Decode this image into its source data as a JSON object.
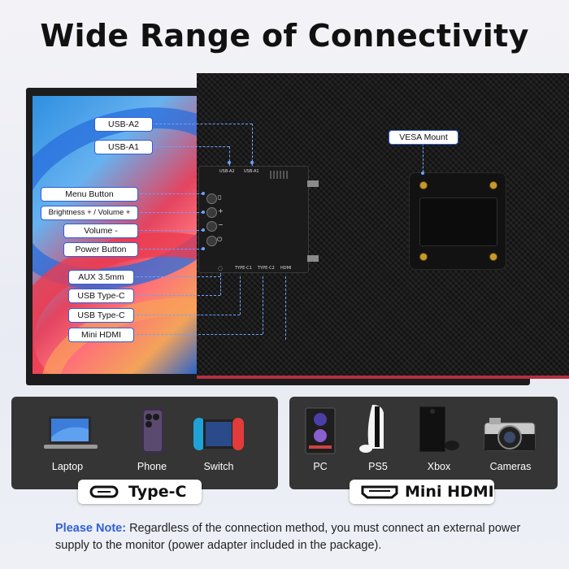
{
  "title": "Wide Range of Connectivity",
  "callouts": {
    "usb_a2": "USB-A2",
    "usb_a1": "USB-A1",
    "vesa": "VESA Mount",
    "menu": "Menu Button",
    "brightness": "Brightness + / Volume +",
    "volume_minus": "Volume -",
    "power": "Power Button",
    "aux": "AUX 3.5mm",
    "usbc1": "USB Type-C",
    "usbc2": "USB Type-C",
    "mini_hdmi": "Mini HDMI"
  },
  "panel_labels": {
    "usb_a2": "USB-A2",
    "usb_a1": "USB-A1",
    "type_c1": "TYPE-C1",
    "type_c2": "TYPE-C2",
    "hdmi": "HDMI",
    "plus": "+",
    "minus": "−"
  },
  "typec_group": {
    "devices": [
      "Laptop",
      "Phone",
      "Switch"
    ],
    "badge": "Type-C"
  },
  "hdmi_group": {
    "devices": [
      "PC",
      "PS5",
      "Xbox",
      "Cameras"
    ],
    "badge": "Mini HDMI"
  },
  "note": {
    "lead": "Please Note:",
    "text": " Regardless of the connection method, you must connect an external power supply to the monitor (power adapter included in the package)."
  },
  "colors": {
    "accent": "#2f5fd8",
    "panel_dark": "#353535",
    "title": "#111111"
  }
}
